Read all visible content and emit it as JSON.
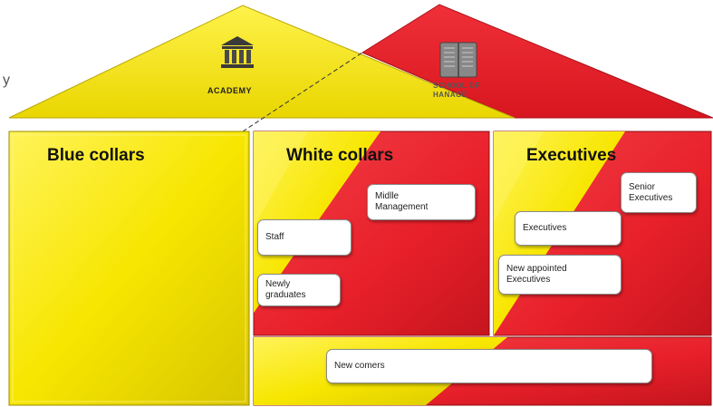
{
  "roof": {
    "academy_label": "ACADEMY",
    "right_label_top": "SCHOOL OF",
    "right_label_bottom": "HANAGE",
    "left_icon": "building-columns-icon",
    "right_icon": "book-icon"
  },
  "panels": {
    "blue_collars": {
      "title": "Blue collars"
    },
    "white_collars": {
      "title": "White collars",
      "boxes": {
        "middle_management": "Midlle\nManagement",
        "staff": "Staff",
        "newly_graduates": "Newly graduates"
      }
    },
    "executives": {
      "title": "Executives",
      "boxes": {
        "senior_executives": "Senior\nExecutives",
        "executives": "Executives",
        "new_appointed": "New appointed\nExecutives"
      }
    },
    "bottom": {
      "boxes": {
        "new_comers": "New comers"
      }
    }
  },
  "edge_letter": "y",
  "colors": {
    "yellow": "#f7e600",
    "yellow_dark": "#d9c600",
    "red": "#e8202a",
    "red_dark": "#b8141c",
    "box_border": "#8a8a8a"
  }
}
